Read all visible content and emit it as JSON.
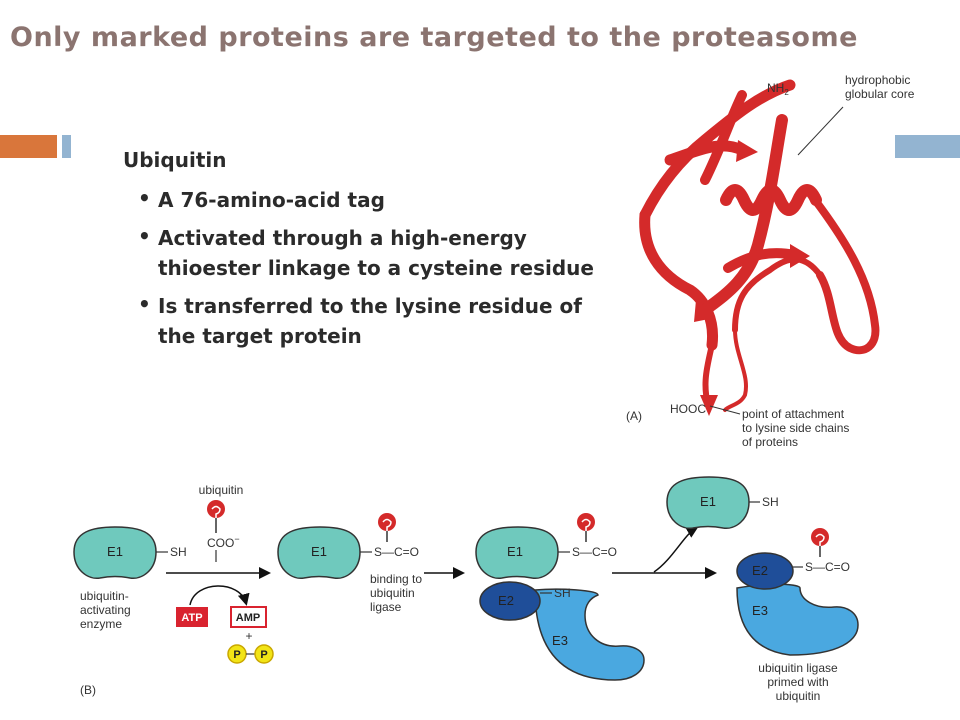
{
  "slide": {
    "title": "Only marked proteins are targeted to the proteasome"
  },
  "content": {
    "heading": "Ubiquitin",
    "bullets": [
      "A 76-amino-acid tag",
      "Activated through a high-energy thioester linkage to a cysteine residue",
      "Is transferred to the lysine residue of the target protein"
    ]
  },
  "figure_a": {
    "panel_label": "(A)",
    "nh2_label": "NH",
    "nh2_subscript": "2",
    "core_label_line1": "hydrophobic",
    "core_label_line2": "globular core",
    "hooc_label": "HOOC",
    "attach_line1": "point of attachment",
    "attach_line2": "to lysine side chains",
    "attach_line3": "of proteins"
  },
  "figure_b": {
    "panel_label": "(B)",
    "ubiquitin_label": "ubiquitin",
    "coo_label": "COO",
    "coo_superscript": "−",
    "e1": "E1",
    "e2": "E2",
    "e3": "E3",
    "sh": "SH",
    "thioester": "S—C=O",
    "e1_caption": [
      "ubiquitin-",
      "activating",
      "enzyme"
    ],
    "atp": "ATP",
    "amp": "AMP",
    "plus": "+",
    "p": "P",
    "binding_caption": [
      "binding to",
      "ubiquitin",
      "ligase"
    ],
    "primed_caption": [
      "ubiquitin ligase",
      "primed with",
      "ubiquitin"
    ]
  },
  "colors": {
    "title": "#8b7470",
    "accent_orange": "#d9763b",
    "accent_blue": "#93b4d1",
    "ribbon_red": "#d42a2a",
    "e1_teal": "#6fc9bd",
    "e2_navy": "#1f4e99",
    "e3_blue": "#4aa8e0",
    "atp_red": "#d9232f",
    "phosphate_yellow": "#f2e416"
  }
}
